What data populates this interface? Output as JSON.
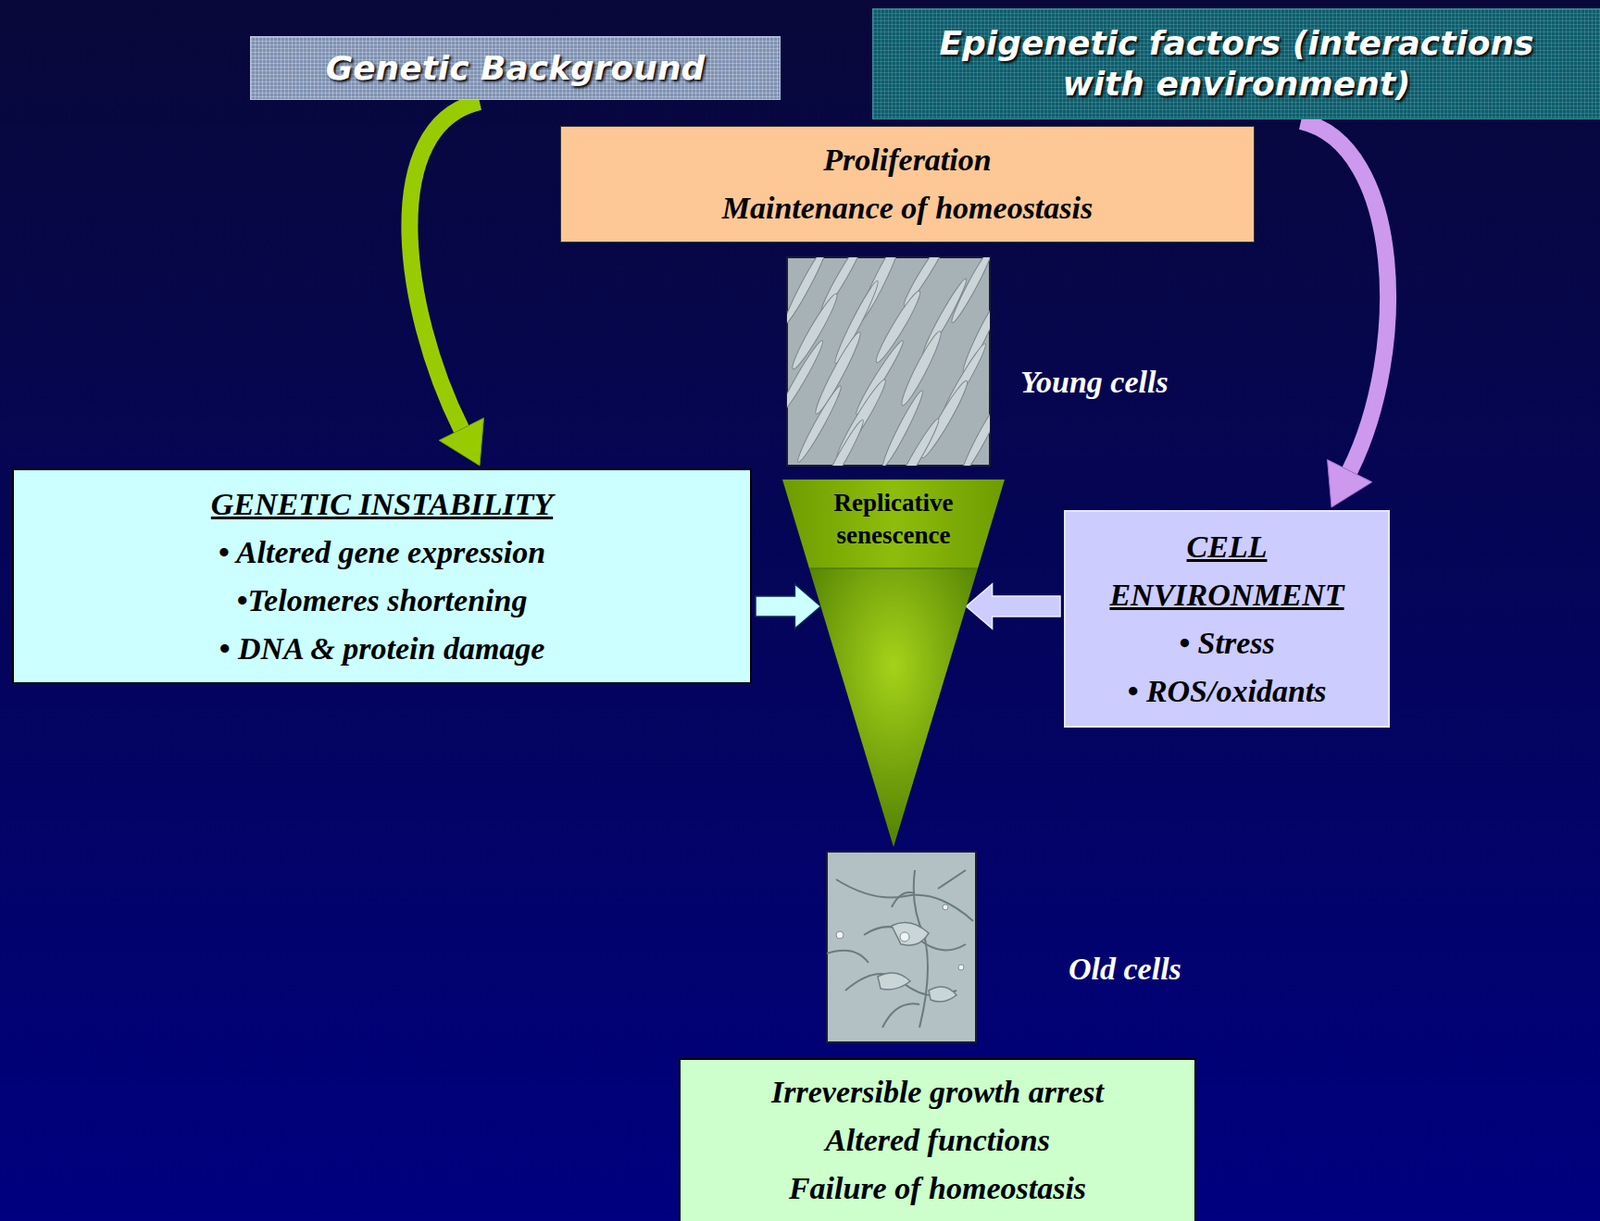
{
  "diagram": {
    "nodes": [
      {
        "text": [
          "Genetic Background"
        ]
      },
      {
        "text": [
          "Epigenetic factors (interactions with environment)"
        ]
      },
      {
        "text": [
          "Proliferation",
          "Maintenance of homeostasis"
        ]
      },
      {
        "text": [
          "GENETIC INSTABILITY",
          "• Altered gene expression",
          "•Telomeres shortening",
          "• DNA & protein damage"
        ]
      },
      {
        "text": [
          "Replicative senescence"
        ]
      },
      {
        "text": [
          "CELL ENVIRONMENT",
          "• Stress",
          "• ROS/oxidants"
        ]
      },
      {
        "text": [
          "Irreversible growth arrest",
          "Altered functions",
          "Failure of homeostasis"
        ]
      }
    ],
    "edges": [
      {
        "from": 0,
        "to": 3,
        "arrow": "to"
      },
      {
        "from": 1,
        "to": 5,
        "arrow": "to"
      },
      {
        "from": 3,
        "to": 4,
        "arrow": "to"
      },
      {
        "from": 5,
        "to": 4,
        "arrow": "to"
      }
    ],
    "labels": [
      "Young cells",
      "Old cells"
    ]
  }
}
